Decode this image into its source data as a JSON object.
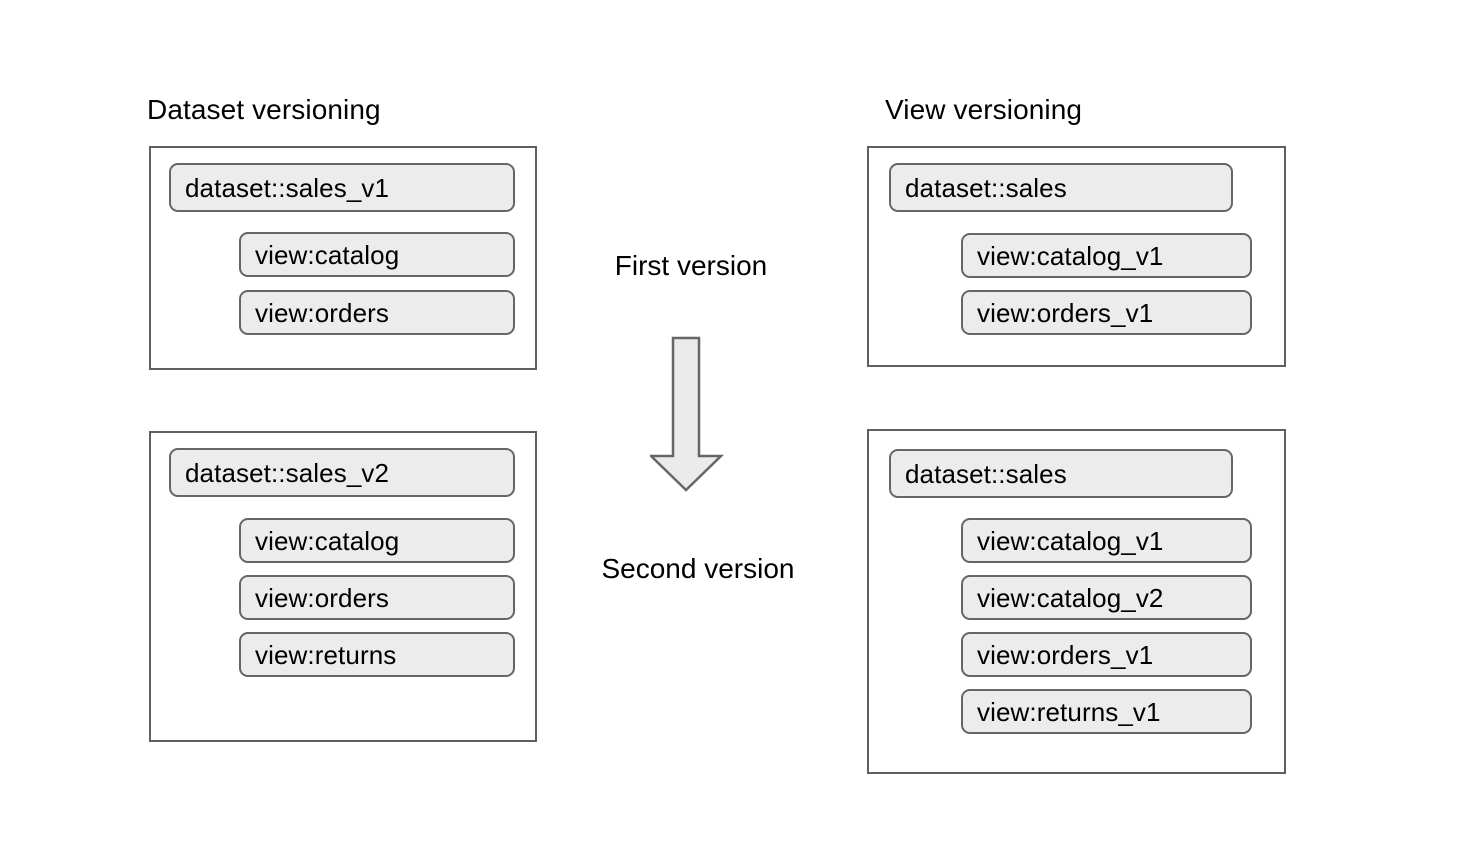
{
  "diagram": {
    "columns": [
      {
        "title": "Dataset versioning",
        "panels": [
          {
            "stage": "first",
            "dataset_pill": "dataset::sales_v1",
            "view_pills": [
              "view:catalog",
              "view:orders"
            ]
          },
          {
            "stage": "second",
            "dataset_pill": "dataset::sales_v2",
            "view_pills": [
              "view:catalog",
              "view:orders",
              "view:returns"
            ]
          }
        ]
      },
      {
        "title": "View versioning",
        "panels": [
          {
            "stage": "first",
            "dataset_pill": "dataset::sales",
            "view_pills": [
              "view:catalog_v1",
              "view:orders_v1"
            ]
          },
          {
            "stage": "second",
            "dataset_pill": "dataset::sales",
            "view_pills": [
              "view:catalog_v1",
              "view:catalog_v2",
              "view:orders_v1",
              "view:returns_v1"
            ]
          }
        ]
      }
    ],
    "center": {
      "first_label": "First version",
      "second_label": "Second version",
      "arrow_icon": "down-arrow-icon"
    },
    "colors": {
      "pill_fill": "#ececec",
      "pill_border": "#666666",
      "panel_border": "#5f5f5f",
      "arrow_fill": "#ebebeb",
      "arrow_border": "#666666",
      "text": "#000000",
      "background": "#ffffff"
    }
  }
}
